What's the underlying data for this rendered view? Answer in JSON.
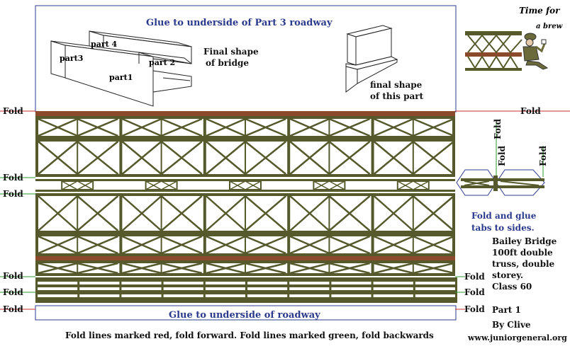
{
  "top_panel": {
    "title": "Glue to underside of Part 3 roadway",
    "bridge_caption_line1": "Final shape",
    "bridge_caption_line2": "of bridge",
    "part_caption_line1": "final shape",
    "part_caption_line2": "of this part",
    "part_labels": [
      "part 4",
      "part3",
      "part 2",
      "part1"
    ]
  },
  "fold_labels": {
    "left": [
      "Fold",
      "Fold",
      "Fold",
      "Fold",
      "Fold",
      "Fold"
    ],
    "right_top": "Fold",
    "right_bottom": [
      "Fold",
      "Fold",
      "Fold"
    ],
    "vertical": [
      "Fold",
      "Fold",
      "Fold"
    ]
  },
  "bottom_glue_text": "Glue to underside of roadway",
  "side_note": {
    "line1": "Fold and glue",
    "line2": "tabs to sides."
  },
  "info": {
    "line1": "Bailey Bridge",
    "line2": "100ft double",
    "line3": "truss, double",
    "line4": "storey.",
    "line5": "Class 60",
    "part": "Part 1",
    "author": "By Clive"
  },
  "footer": {
    "instructions": "Fold lines marked red, fold forward.  Fold lines marked green, fold backwards",
    "website": "www.juniorgeneral.org"
  },
  "logo_text": {
    "line1": "Time for",
    "line2": "a brew"
  },
  "colors": {
    "truss": "#55592b",
    "truss_light": "#8a8a52",
    "roadway": "#8b4a2b",
    "fold_red": "#c83232",
    "fold_green": "#2e9a2e",
    "border_blue": "#2b3a8c"
  }
}
